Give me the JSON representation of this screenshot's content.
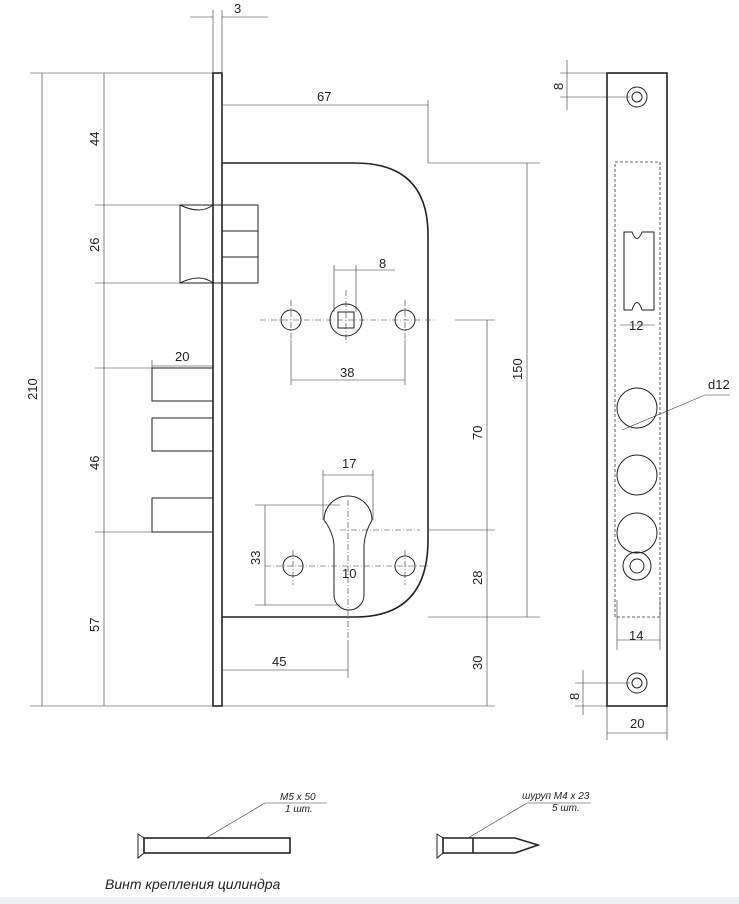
{
  "dimensions": {
    "faceplate_thickness": "3",
    "backset_body": "67",
    "top_to_latch": "44",
    "latch_height": "26",
    "follower_square": "8",
    "total_height": "210",
    "bolt_projection": "20",
    "screw_spacing_top": "38",
    "body_height": "150",
    "follower_to_cylinder": "70",
    "bolt_block": "46",
    "cylinder_width": "17",
    "screw_spacing_cyl": "33",
    "cylinder_slot": "10",
    "cylinder_to_bottom": "28",
    "bottom_gap": "57",
    "backset": "45",
    "body_to_bottom": "30"
  },
  "side_view": {
    "top_hole_offset": "8",
    "latch_width": "12",
    "bolt_hole": "d12",
    "bottom_width": "14",
    "bottom_hole_offset": "8",
    "plate_width": "20"
  },
  "screws": {
    "cylinder_screw_spec": "M5 x 50",
    "cylinder_screw_qty": "1 шт.",
    "wood_screw_spec": "шуруп M4 x 23",
    "wood_screw_qty": "5 шт.",
    "caption": "Винт крепления цилиндра"
  }
}
